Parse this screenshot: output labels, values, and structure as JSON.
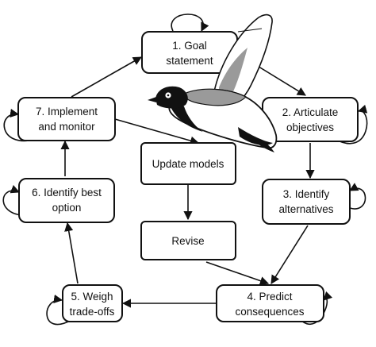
{
  "boxes": {
    "goal": {
      "line1": "1. Goal",
      "line2": "statement"
    },
    "articulate": {
      "line1": "2. Articulate",
      "line2": "objectives"
    },
    "identify_alt": {
      "line1": "3. Identify",
      "line2": "alternatives"
    },
    "predict": {
      "line1": "4. Predict",
      "line2": "consequences"
    },
    "weigh": {
      "line1": "5. Weigh",
      "line2": "trade-offs"
    },
    "best_option": {
      "line1": "6. Identify best",
      "line2": "option"
    },
    "implement": {
      "line1": "7. Implement",
      "line2": "and monitor"
    },
    "update": {
      "line1": "Update models"
    },
    "revise": {
      "line1": "Revise"
    }
  },
  "illustration": {
    "icon": "duck-icon",
    "colors": {
      "black": "#111111",
      "grey": "#9a9a9a",
      "white": "#ffffff"
    }
  }
}
